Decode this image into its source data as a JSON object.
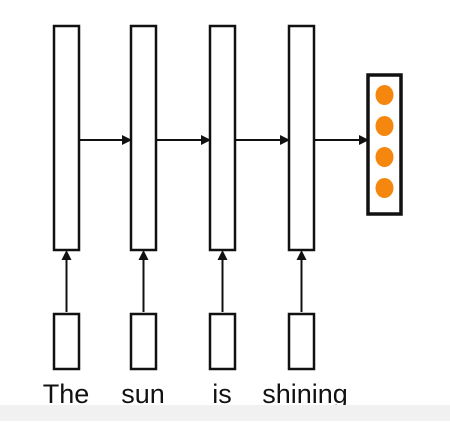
{
  "diagram": {
    "words": [
      "The",
      "sun",
      "is",
      "shining"
    ],
    "output_dot_count": 4,
    "colors": {
      "stroke": "#111111",
      "box_fill": "#ffffff",
      "dot_fill": "#f5870f",
      "background": "#ffffff",
      "bottom_band": "#f1f1f1"
    }
  }
}
